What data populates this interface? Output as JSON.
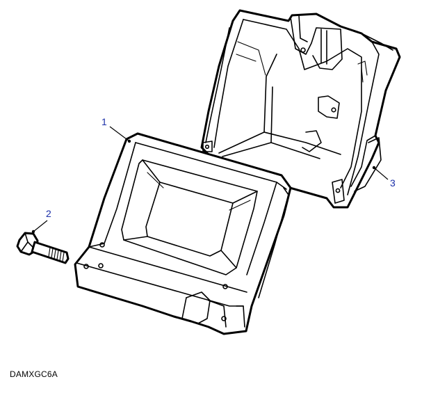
{
  "figure_code": "DAMXGC6A",
  "callouts": [
    {
      "id": "1",
      "label": "1"
    },
    {
      "id": "2",
      "label": "2"
    },
    {
      "id": "3",
      "label": "3"
    }
  ],
  "colors": {
    "callout_text": "#1a2ea8",
    "line": "#000000",
    "background": "#ffffff"
  }
}
